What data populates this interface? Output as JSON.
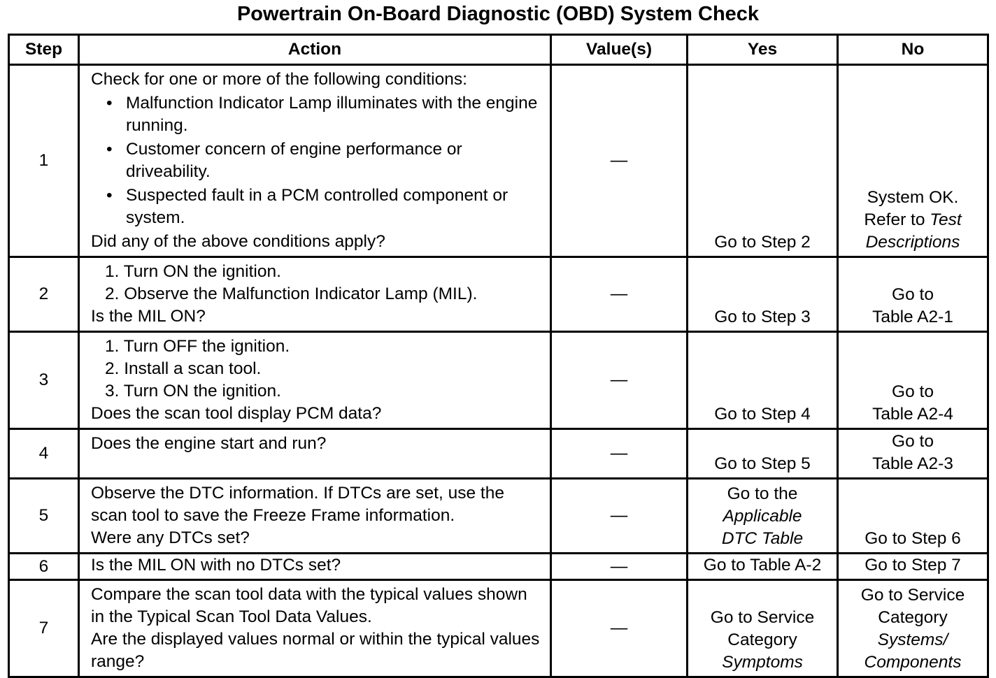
{
  "title": "Powertrain On-Board Diagnostic (OBD) System Check",
  "headers": {
    "step": "Step",
    "action": "Action",
    "values": "Value(s)",
    "yes": "Yes",
    "no": "No"
  },
  "rows": [
    {
      "step": "1",
      "intro": "Check for one or more of the following conditions:",
      "bullets": [
        "Malfunction Indicator Lamp illuminates with the engine running.",
        "Customer concern of engine performance or driveability.",
        "Suspected fault in a PCM controlled component or system."
      ],
      "question": "Did any of the above conditions apply?",
      "value": "—",
      "yes": "Go to Step 2",
      "no": {
        "line1": "System OK.",
        "line2a": "Refer to ",
        "line2b": "Test",
        "line3": "Descriptions"
      }
    },
    {
      "step": "2",
      "steps": [
        "1. Turn ON the ignition.",
        "2. Observe the Malfunction Indicator Lamp (MIL)."
      ],
      "question": "Is the MIL ON?",
      "value": "—",
      "yes": "Go to Step 3",
      "no": {
        "line1": "Go to",
        "line2": "Table A2-1"
      }
    },
    {
      "step": "3",
      "steps": [
        "1. Turn OFF the ignition.",
        "2. Install a scan tool.",
        "3. Turn ON the ignition."
      ],
      "question": "Does the scan tool display PCM data?",
      "value": "—",
      "yes": "Go to Step 4",
      "no": {
        "line1": "Go to",
        "line2": "Table A2-4"
      }
    },
    {
      "step": "4",
      "question": "Does the engine start and run?",
      "value": "—",
      "yes": "Go to Step 5",
      "no": {
        "line1": "Go to",
        "line2": "Table A2-3"
      }
    },
    {
      "step": "5",
      "text": "Observe the DTC information. If DTCs are set, use the scan tool to save the Freeze Frame information.",
      "question": "Were any DTCs set?",
      "value": "—",
      "yes": {
        "line1": "Go to the",
        "line2": "Applicable",
        "line3": "DTC Table"
      },
      "no": "Go to Step 6"
    },
    {
      "step": "6",
      "question": "Is the MIL ON with no DTCs set?",
      "value": "—",
      "yes": "Go to Table A-2",
      "no": "Go to Step 7"
    },
    {
      "step": "7",
      "text": "Compare the scan tool data with the typical values shown in the Typical Scan Tool Data Values.",
      "question": "Are the displayed values normal or within the typical values range?",
      "value": "—",
      "yes": {
        "line1": "Go to Service",
        "line2": "Category",
        "line3": "Symptoms"
      },
      "no": {
        "line1": "Go to Service",
        "line2": "Category",
        "line3": "Systems/",
        "line4": "Components"
      }
    }
  ]
}
